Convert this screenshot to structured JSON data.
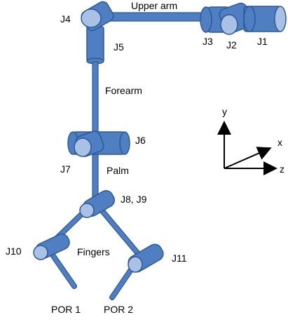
{
  "labels": {
    "j1": "J1",
    "j2": "J2",
    "j3": "J3",
    "j4": "J4",
    "j5": "J5",
    "j6": "J6",
    "j7": "J7",
    "j8_j9": "J8, J9",
    "j10": "J10",
    "j11": "J11",
    "upper_arm": "Upper arm",
    "forearm": "Forearm",
    "palm": "Palm",
    "fingers": "Fingers",
    "por1": "POR 1",
    "por2": "POR 2"
  },
  "axes": {
    "x": "x",
    "y": "y",
    "z": "z"
  },
  "colors": {
    "joint": "#4f7fc2",
    "joint_cap": "#a9c1e4",
    "outline": "#2e5a94",
    "text": "#000000"
  }
}
